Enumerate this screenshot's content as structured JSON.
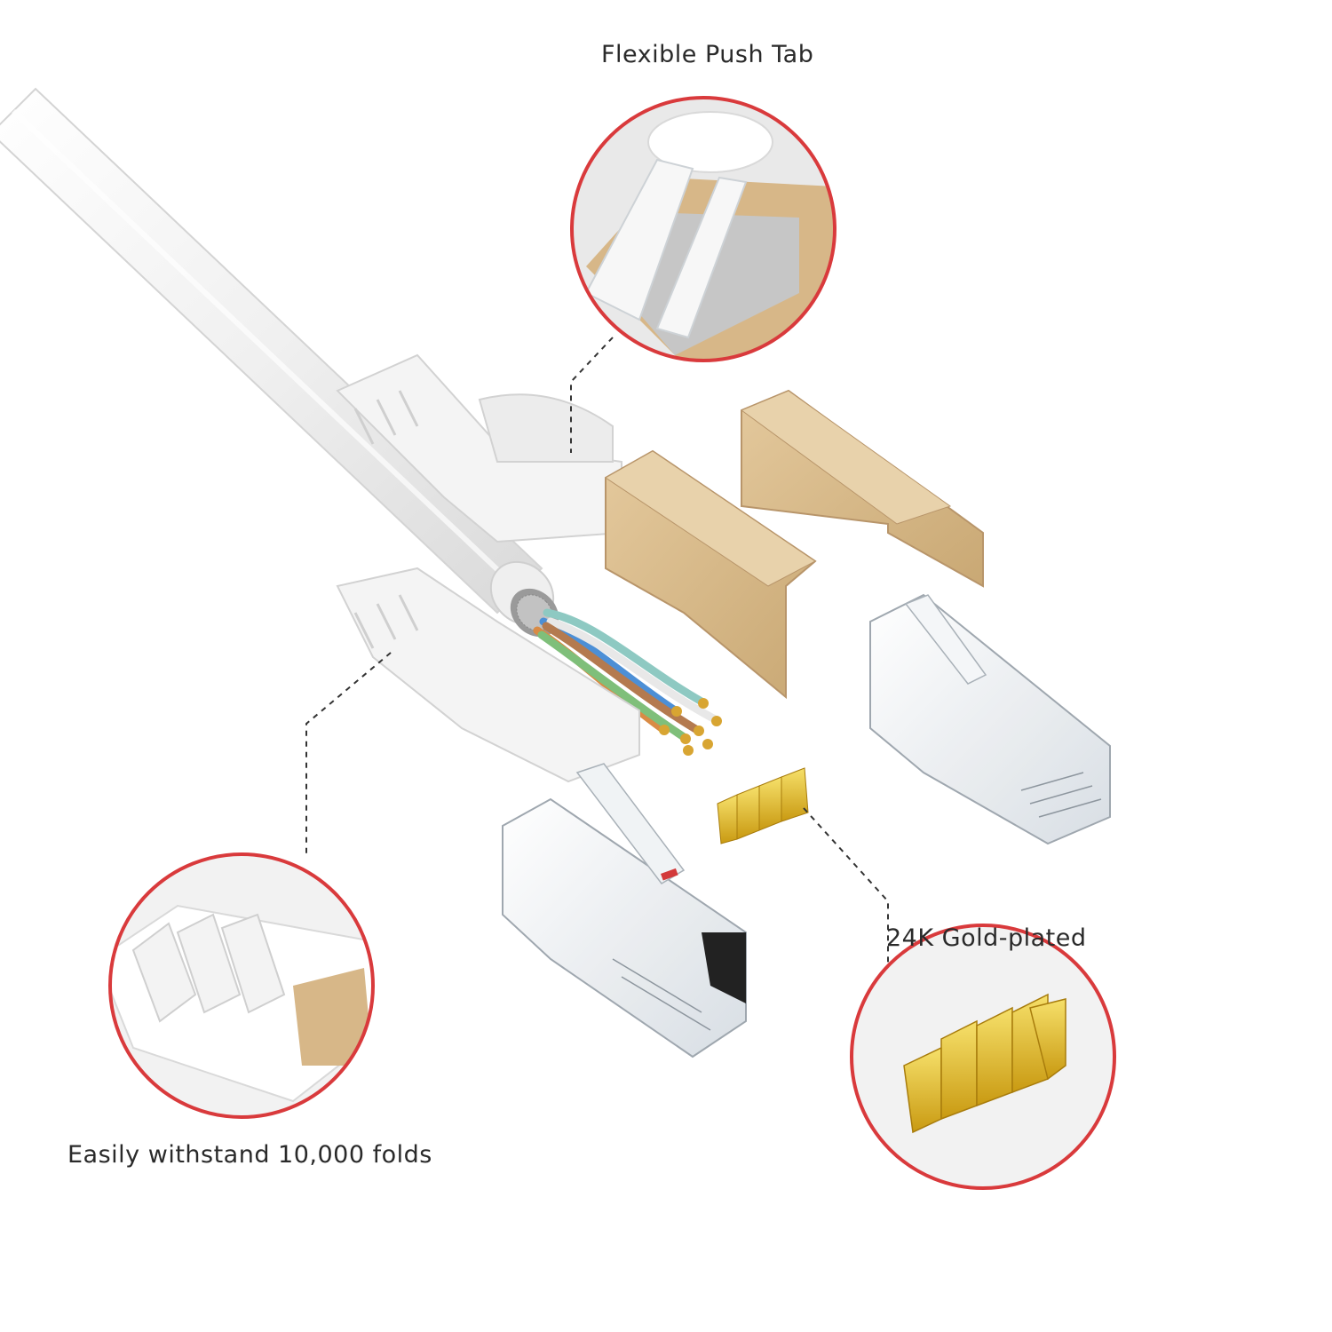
{
  "callouts": {
    "push_tab": "Flexible Push Tab",
    "folds": "Easily withstand 10,000 folds",
    "gold": "24K Gold-plated"
  },
  "colors": {
    "callout_ring": "#d93a3c",
    "cable": "#f2f2f2",
    "shield": "#d6b98a",
    "gold": "#e3b42c",
    "clear_plastic": "#e9eef2"
  },
  "icons": {
    "cable": "ethernet-cable-image",
    "boot": "strain-relief-boot-image",
    "shield_front": "metal-shield-image",
    "shield_rear": "metal-shield-image",
    "connector_front": "rj45-connector-image",
    "connector_rear": "rj45-connector-image",
    "contacts": "gold-contacts-image"
  }
}
